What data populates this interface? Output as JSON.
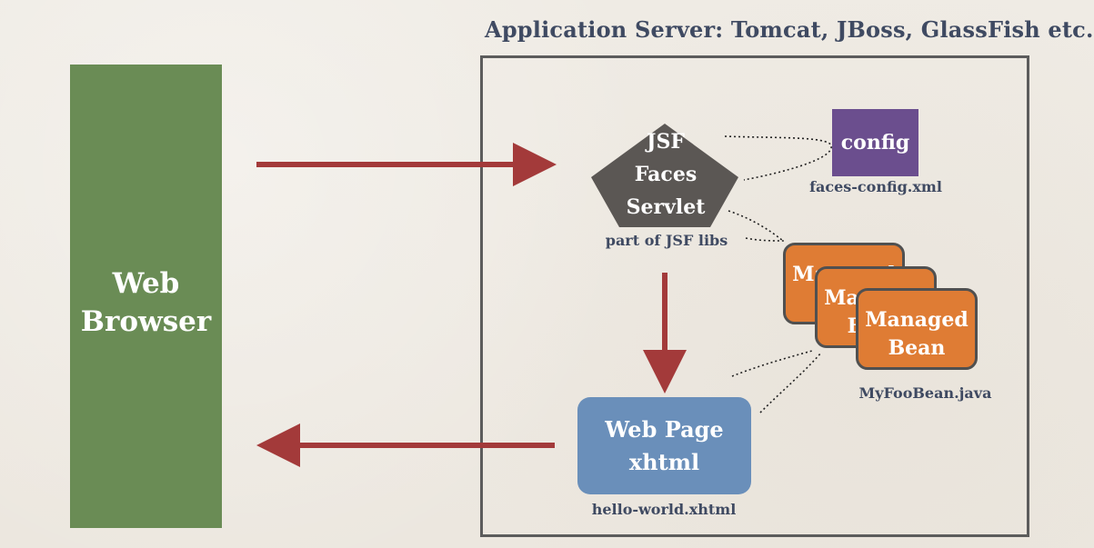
{
  "title": "Application Server:  Tomcat, JBoss, GlassFish etc…",
  "browser": {
    "label": "Web\nBrowser"
  },
  "faces_servlet": {
    "label": "JSF\nFaces\nServlet",
    "caption": "part of JSF libs"
  },
  "config": {
    "label": "config",
    "caption": "faces-config.xml"
  },
  "managed_beans": {
    "label": "Managed\nBean",
    "caption": "MyFooBean.java"
  },
  "web_page": {
    "label": "Web Page\nxhtml",
    "caption": "hello-world.xhtml"
  },
  "colors": {
    "background": "#efebe4",
    "title_text": "#3f4a62",
    "browser": "#6a8c55",
    "arrow": "#a33a3a",
    "servlet": "#5b5754",
    "config": "#6b4e8e",
    "bean": "#df7c34",
    "web_page": "#6a8fba"
  }
}
